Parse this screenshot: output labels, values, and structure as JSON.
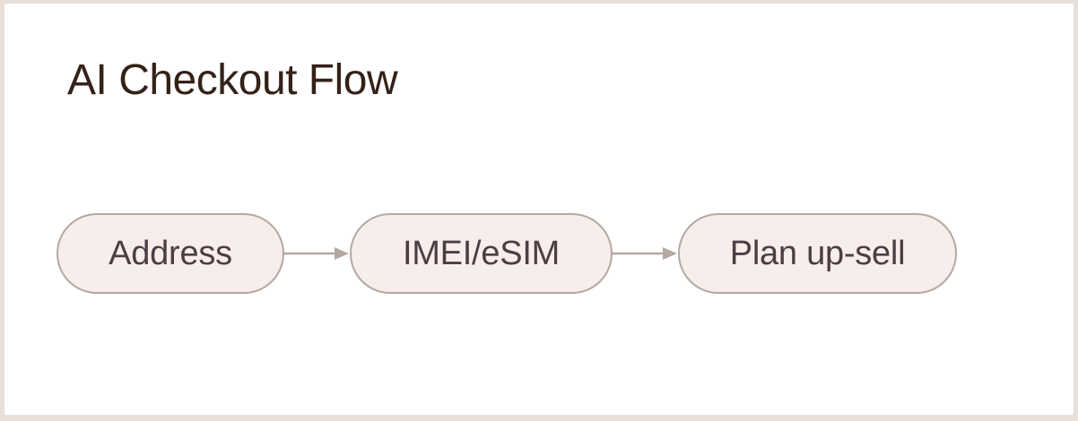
{
  "card": {
    "title": "AI Checkout Flow"
  },
  "diagram": {
    "type": "flow",
    "direction": "left-to-right",
    "nodes": [
      {
        "id": "address",
        "label": "Address"
      },
      {
        "id": "imei-esim",
        "label": "IMEI/eSIM"
      },
      {
        "id": "plan-upsell",
        "label": "Plan up-sell"
      }
    ],
    "edges": [
      {
        "from": "address",
        "to": "imei-esim"
      },
      {
        "from": "imei-esim",
        "to": "plan-upsell"
      }
    ]
  },
  "colors": {
    "frame_background": "#e8e0d9",
    "card_background": "#ffffff",
    "title_text": "#342219",
    "node_fill": "#f7eeeb",
    "node_border": "#b3a9a2",
    "node_text": "#4d3d44",
    "arrow": "#b3a9a2"
  }
}
